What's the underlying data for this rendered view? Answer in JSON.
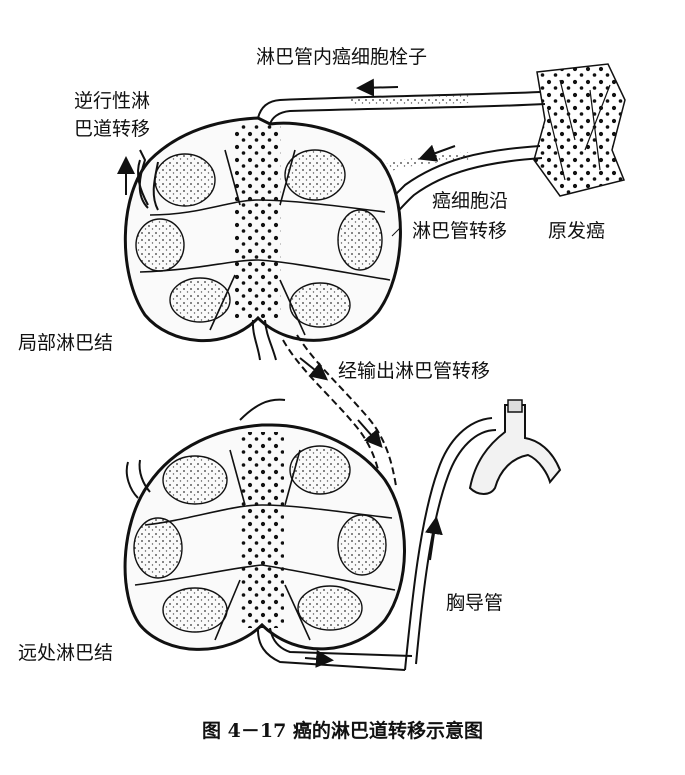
{
  "labels": {
    "embolus": "淋巴管内癌细胞栓子",
    "retrograde_1": "逆行性淋",
    "retrograde_2": "巴道转移",
    "along_1": "癌细胞沿",
    "along_2": "淋巴管转移",
    "primary": "原发癌",
    "regional": "局部淋巴结",
    "efferent": "经输出淋巴管转移",
    "distant": "远处淋巴结",
    "thoracic": "胸导管"
  },
  "caption": "图 4－17    癌的淋巴道转移示意图",
  "colors": {
    "ink": "#111111",
    "paper": "#ffffff"
  }
}
